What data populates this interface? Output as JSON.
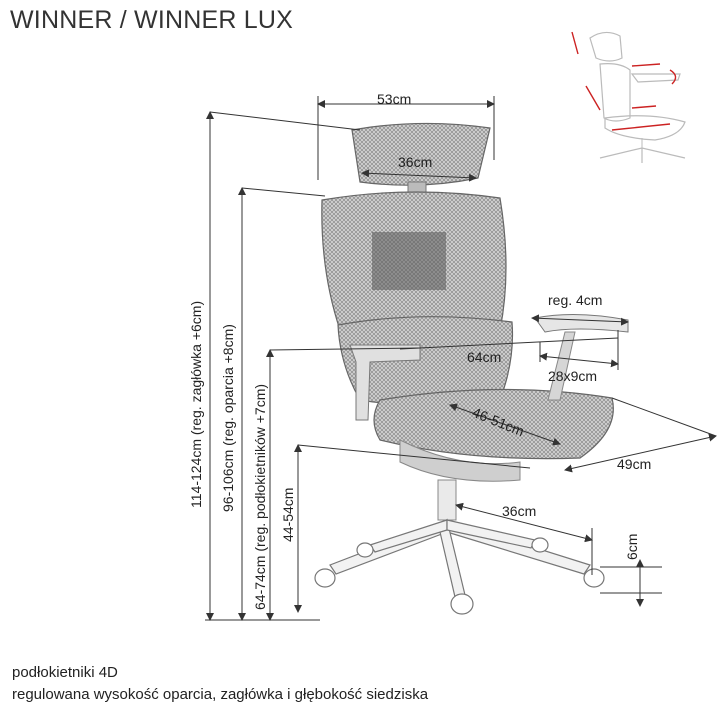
{
  "title": "WINNER / WINNER LUX",
  "dimensions": {
    "top_width": "53cm",
    "headrest_width": "36cm",
    "armrest_adjust": "reg. 4cm",
    "arm_span": "64cm",
    "armpad_size": "28x9cm",
    "seat_depth": "46-51cm",
    "seat_width": "49cm",
    "base_radius": "36cm",
    "castor_height": "6cm",
    "total_height": "114-124cm (reg. zagłówka +6cm)",
    "backrest_height": "96-106cm (reg. oparcia  +8cm)",
    "armrest_height": "64-74cm (reg. podłokietników +7cm)",
    "seat_height": "44-54cm"
  },
  "footer": {
    "line1": "podłokietniki 4D",
    "line2": "regulowana wysokość oparcia, zagłówka i głębokość siedziska"
  },
  "colors": {
    "line": "#333333",
    "mesh": "#9a9a9a",
    "frame": "#bdbdbd",
    "accent": "#cc2222"
  }
}
